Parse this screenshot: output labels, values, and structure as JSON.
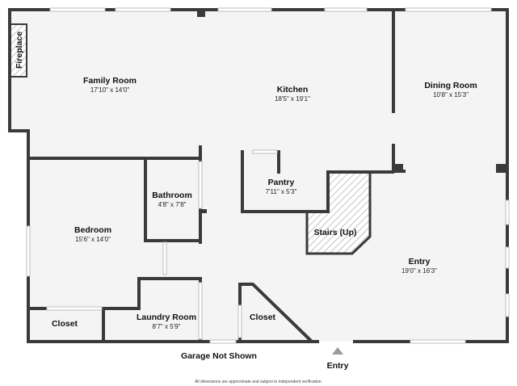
{
  "colors": {
    "floor": "#f4f4f4",
    "wall": "#3a3a3a",
    "hatch": "#9a9a9a",
    "window": "#bdbdbd",
    "entry_arrow": "#9a9a9a"
  },
  "rooms": [
    {
      "id": "family-room",
      "name": "Family Room",
      "dims": "17'10\" x 14'0\""
    },
    {
      "id": "kitchen",
      "name": "Kitchen",
      "dims": "18'5\" x 19'1\""
    },
    {
      "id": "dining-room",
      "name": "Dining Room",
      "dims": "10'8\" x 15'3\""
    },
    {
      "id": "pantry",
      "name": "Pantry",
      "dims": "7'11\" x 5'3\""
    },
    {
      "id": "bathroom",
      "name": "Bathroom",
      "dims": "4'8\" x 7'8\""
    },
    {
      "id": "bedroom",
      "name": "Bedroom",
      "dims": "15'6\" x 14'0\""
    },
    {
      "id": "laundry-room",
      "name": "Laundry Room",
      "dims": "8'7\" x 5'9\""
    },
    {
      "id": "entry",
      "name": "Entry",
      "dims": "19'0\" x 16'3\""
    }
  ],
  "labels": {
    "fireplace": "Fireplace",
    "stairs": "Stairs (Up)",
    "closet_left": "Closet",
    "closet_right": "Closet",
    "garage": "Garage Not Shown",
    "entry_marker": "Entry",
    "disclaimer": "All dimensions are approximate and subject to independent verification."
  }
}
